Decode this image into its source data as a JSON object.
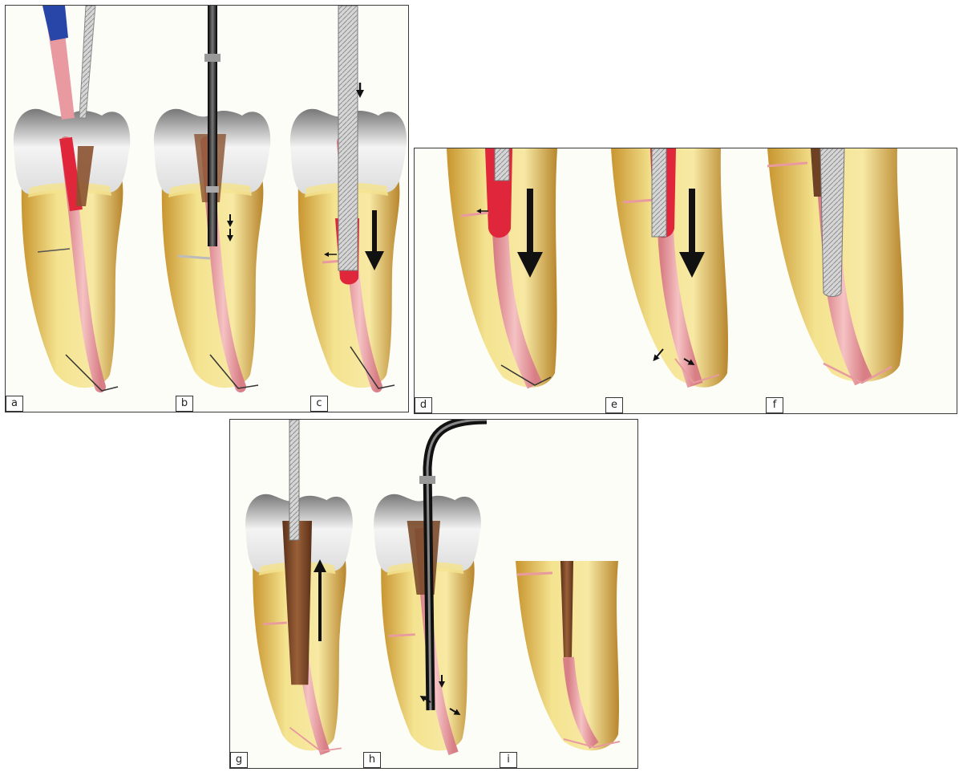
{
  "labels": {
    "a": "a",
    "b": "b",
    "c": "c",
    "d": "d",
    "e": "e",
    "f": "f",
    "g": "g",
    "h": "h",
    "i": "i"
  },
  "colors": {
    "dentin_light": "#f4e38f",
    "dentin_dark": "#b8862d",
    "crown_white": "#f2f2f2",
    "crown_gray": "#8c8c8c",
    "canal_pink": "#e89a9e",
    "obturation_red": "#e0263a",
    "gutta_brown": "#7a4a2a",
    "file_silver": "#c9c9c9",
    "plugger_black": "#1a1a1a",
    "carrier_blue": "#2845a8",
    "border": "#3a3a3a"
  },
  "icons": {
    "arrow": "black-arrow-icon",
    "plugger": "heat-plugger-icon",
    "file": "file-instrument-icon"
  }
}
